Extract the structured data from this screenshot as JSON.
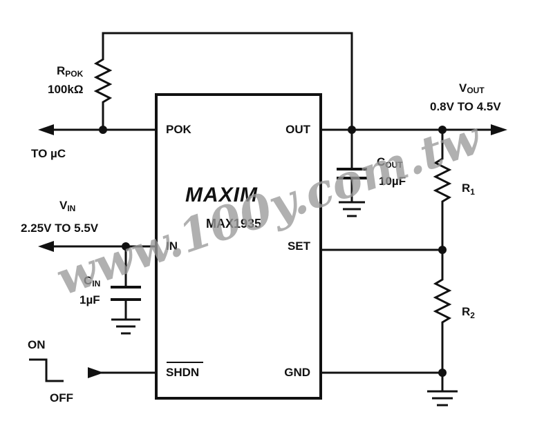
{
  "chip": {
    "brand": "MAXIM",
    "part_number": "MAX1935",
    "pins": {
      "pok": "POK",
      "out": "OUT",
      "in": "IN",
      "set": "SET",
      "shdn": "SHDN",
      "gnd": "GND"
    }
  },
  "labels": {
    "rpok_main": "R",
    "rpok_sub": "POK",
    "rpok_value": "100kΩ",
    "to_uc": "TO µC",
    "vout_main": "V",
    "vout_sub": "OUT",
    "vout_range": "0.8V TO 4.5V",
    "cout_main": "C",
    "cout_sub": "OUT",
    "cout_value": "10µF",
    "r1_main": "R",
    "r1_sub": "1",
    "r2_main": "R",
    "r2_sub": "2",
    "vin_main": "V",
    "vin_sub": "IN",
    "vin_range": "2.25V TO 5.5V",
    "cin_main": "C",
    "cin_sub": "IN",
    "cin_value": "1µF",
    "on": "ON",
    "off": "OFF"
  },
  "watermark": "www.100y.com.tw",
  "colors": {
    "ink": "#111111",
    "watermark": "#9a9a9a"
  }
}
